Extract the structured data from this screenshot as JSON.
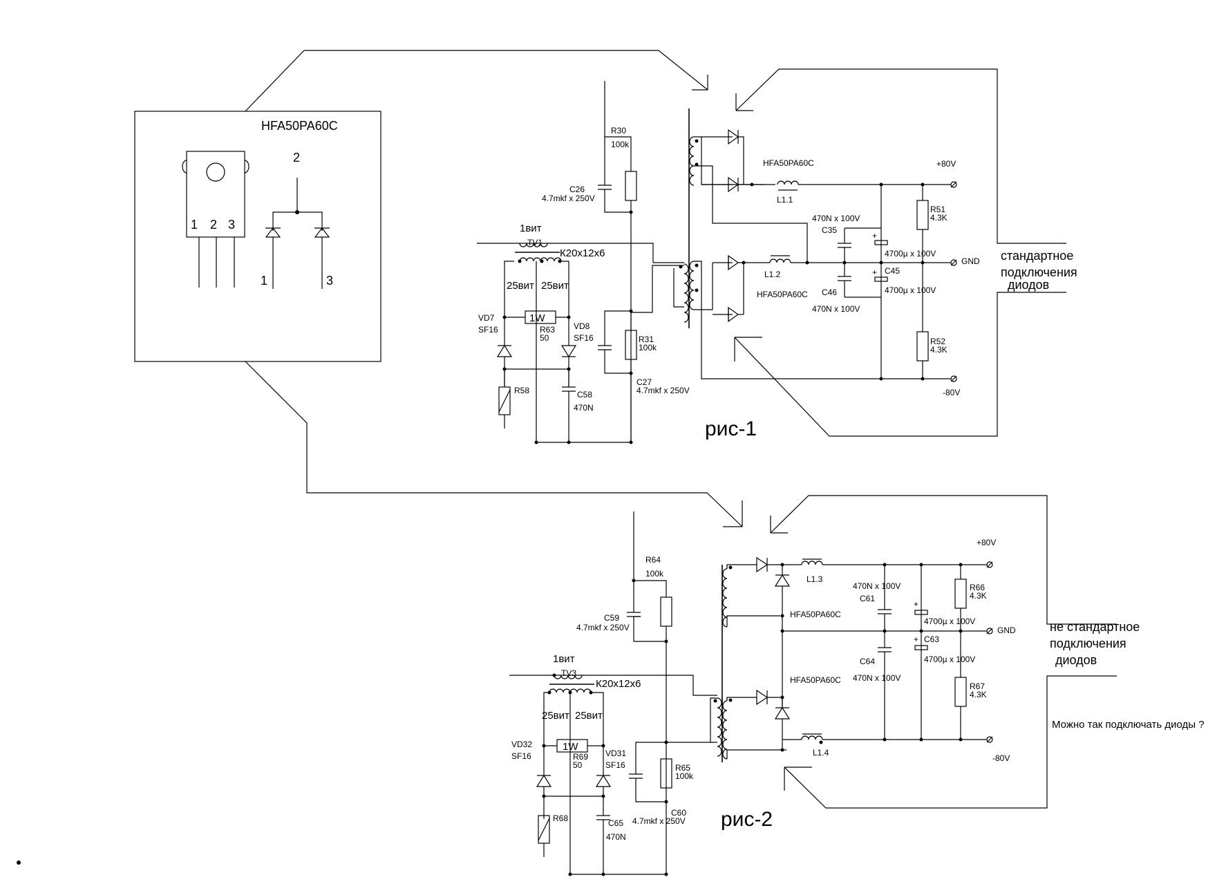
{
  "inset": {
    "part": "HFA50PA60C",
    "pins_body": [
      "1",
      "2",
      "3"
    ],
    "pin_top": "2",
    "pin_left": "1",
    "pin_right": "3"
  },
  "fig1": {
    "caption": "рис-1",
    "note": [
      "стандартное",
      "подключения",
      "диодов"
    ],
    "diode_top": "HFA50PA60C",
    "diode_bottom": "HFA50PA60C",
    "rail_pos": "+80V",
    "rail_neg": "-80V",
    "gnd": "GND",
    "R30": "R30",
    "R30_val": "100k",
    "C26": "C26",
    "C26_val": "4.7mkf x 250V",
    "turns1": "1вит",
    "TV1": "TV1",
    "core": "К20х12х6",
    "turns25a": "25вит",
    "turns25b": "25вит",
    "R63_pw": "1W",
    "VD7": "VD7",
    "VD7_t": "SF16",
    "R63": "R63",
    "R63_val": "50",
    "VD8": "VD8",
    "VD8_t": "SF16",
    "R31": "R31",
    "R31_val": "100k",
    "C27": "C27",
    "C27_val": "4.7mkf x 250V",
    "R58": "R58",
    "C58": "C58",
    "C58_val": "470N",
    "L11": "L1.1",
    "L12": "L1.2",
    "C35_val": "470N x 100V",
    "C35": "C35",
    "C45": "C45",
    "C46": "C46",
    "C46_val": "470N x 100V",
    "cap_big1": "4700µ x 100V",
    "cap_big2": "4700µ x 100V",
    "R51": "R51",
    "R51_val": "4.3K",
    "R52": "R52",
    "R52_val": "4.3K"
  },
  "fig2": {
    "caption": "рис-2",
    "note": [
      "не стандартное",
      "подключения",
      "диодов"
    ],
    "question": "Можно так подключать диоды ?",
    "diode_top": "HFA50PA60C",
    "diode_bottom": "HFA50PA60C",
    "rail_pos": "+80V",
    "rail_neg": "-80V",
    "gnd": "GND",
    "R64": "R64",
    "R64_val": "100k",
    "C59": "C59",
    "C59_val": "4.7mkf x 250V",
    "turns1": "1вит",
    "TV3": "TV3",
    "core": "К20х12х6",
    "turns25a": "25вит",
    "turns25b": "25вит",
    "R69_pw": "1W",
    "VD32": "VD32",
    "VD32_t": "SF16",
    "R69": "R69",
    "R69_val": "50",
    "VD31": "VD31",
    "VD31_t": "SF16",
    "R65": "R65",
    "R65_val": "100k",
    "C60": "C60",
    "C60_val": "4.7mkf x 250V",
    "R68": "R68",
    "C65": "C65",
    "C65_val": "470N",
    "L13": "L1.3",
    "L14": "L1.4",
    "C61_val": "470N x 100V",
    "C61": "C61",
    "C63": "C63",
    "C64": "C64",
    "C64_val": "470N x 100V",
    "cap_big1": "4700µ x 100V",
    "cap_big2": "4700µ x 100V",
    "R66": "R66",
    "R66_val": "4.3K",
    "R67": "R67",
    "R67_val": "4.3K"
  }
}
